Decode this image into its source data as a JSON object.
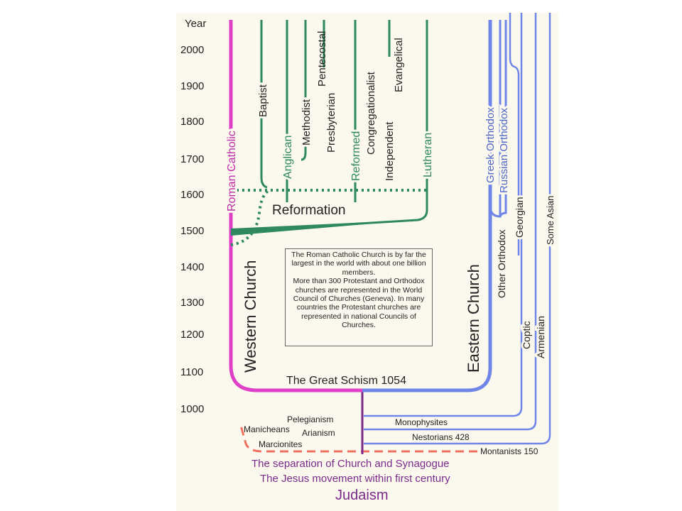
{
  "colors": {
    "catholic": "#e040c8",
    "protestant": "#2e8a5e",
    "orthodox": "#6f86e8",
    "heresy": "#f07060",
    "judaism": "#7a2a8a",
    "panel_bg": "#fbf8ee"
  },
  "axis": {
    "title": "Year",
    "years": [
      "2000",
      "1900",
      "1800",
      "1700",
      "1600",
      "1500",
      "1400",
      "1300",
      "1200",
      "1100",
      "1000"
    ]
  },
  "labels": {
    "roman_catholic": "Roman Catholic",
    "western_church": "Western Church",
    "baptist": "Baptist",
    "anglican": "Anglican",
    "methodist": "Methodist",
    "pentecostal": "Pentecostal",
    "presbyterian": "Presbyterian",
    "reformed": "Reformed",
    "congregationalist": "Congregationalist",
    "independent": "Independent",
    "evangelical": "Evangelical",
    "lutheran": "Lutheran",
    "reformation": "Reformation",
    "greek_orthodox": "Greek Orthodox",
    "russian_orthodox": "Russian Orthodox",
    "other_orthodox": "Other Orthodox",
    "georgian": "Georgian",
    "some_asian": "Some Asian",
    "eastern_church": "Eastern Church",
    "coptic": "Coptic",
    "armenian": "Armenian",
    "great_schism": "The Great Schism 1054",
    "pelegianism": "Pelegianism",
    "manicheans": "Manicheans",
    "arianism": "Arianism",
    "marcionites": "Marcionites",
    "monophysites": "Monophysites",
    "nestorians": "Nestorians 428",
    "montanists": "Montanists 150",
    "separation": "The separation of Church and Synagogue",
    "jesus_movement": "The Jesus movement within first century",
    "judaism": "Judaism"
  },
  "note": {
    "line1": "The Roman Catholic Church is by far the largest in the world with about one billion members.",
    "line2": "More than 300 Protestant and Orthodox churches are represented in the World Council of Churches (Geneva). In many countries the Protestant churches are represented in national Councils of Churches."
  }
}
